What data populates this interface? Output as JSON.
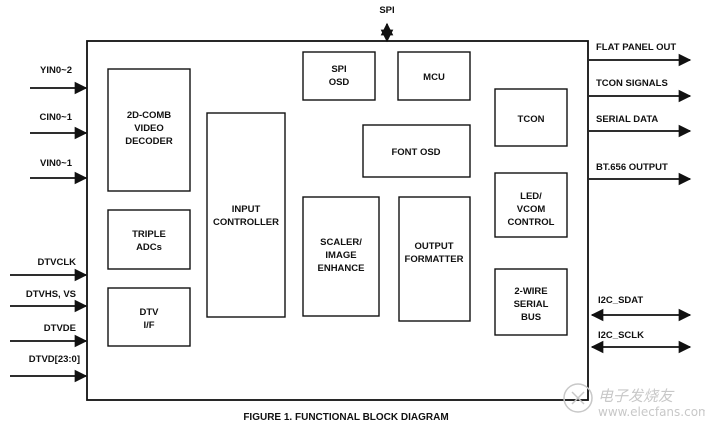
{
  "blocks": {
    "comb": [
      "2D-COMB",
      "VIDEO",
      "DECODER"
    ],
    "adcs": [
      "TRIPLE",
      "ADCs"
    ],
    "dtvif": [
      "DTV",
      "I/F"
    ],
    "input_controller": [
      "INPUT",
      "CONTROLLER"
    ],
    "spi_osd": [
      "SPI",
      "OSD"
    ],
    "mcu": [
      "MCU"
    ],
    "font_osd": [
      "FONT OSD"
    ],
    "scaler": [
      "SCALER/",
      "IMAGE",
      "ENHANCE"
    ],
    "formatter": [
      "OUTPUT",
      "FORMATTER"
    ],
    "tcon": [
      "TCON"
    ],
    "led": [
      "LED/",
      "VCOM",
      "CONTROL"
    ],
    "serial_bus": [
      "2-WIRE",
      "SERIAL",
      "BUS"
    ]
  },
  "signals": {
    "spi": "SPI",
    "yin": "YIN0~2",
    "cin": "CIN0~1",
    "vin": "VIN0~1",
    "dtvclk": "DTVCLK",
    "dtvhs": "DTVHS, VS",
    "dtvde": "DTVDE",
    "dtvd": "DTVD[23:0]",
    "flat_panel_out": "FLAT PANEL OUT",
    "tcon_signals": "TCON SIGNALS",
    "serial_data": "SERIAL DATA",
    "bt656_output": "BT.656 OUTPUT",
    "i2c_sdat": "I2C_SDAT",
    "i2c_sclk": "I2C_SCLK"
  },
  "caption": "FIGURE 1.  FUNCTIONAL BLOCK DIAGRAM",
  "watermark": {
    "line1": "电子发烧友",
    "line2": "www.elecfans.com"
  }
}
